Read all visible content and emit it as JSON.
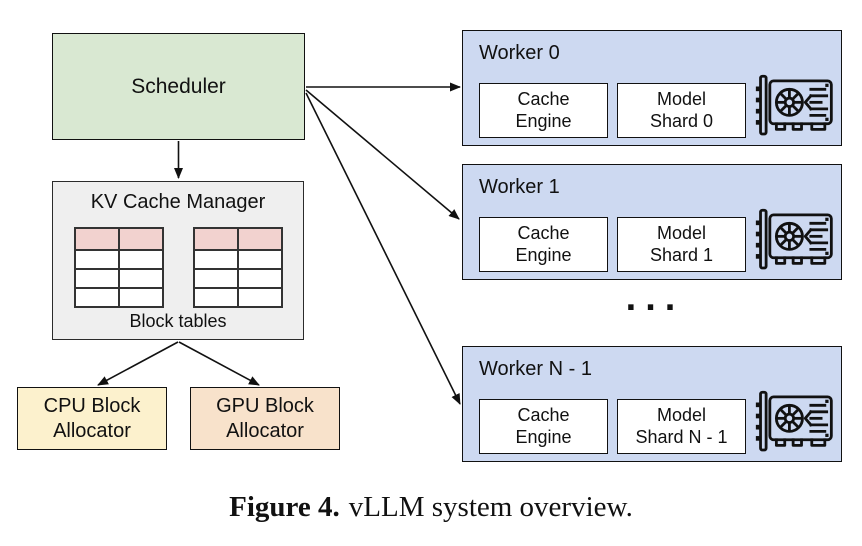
{
  "colors": {
    "scheduler_bg": "#d9e8d2",
    "kv_manager_bg": "#efefef",
    "table_header_bg": "#f2d2cf",
    "table_cell_bg": "#ffffff",
    "cpu_allocator_bg": "#fcf1cd",
    "gpu_allocator_bg": "#f8e2cb",
    "worker_bg": "#cdd9f1",
    "line": "#111111"
  },
  "diagram": {
    "scheduler": {
      "label": "Scheduler"
    },
    "kv_cache_manager": {
      "title": "KV Cache Manager",
      "caption": "Block tables",
      "tables": {
        "count": 2,
        "columns": 2,
        "rows": 4,
        "header_row_highlighted": true
      }
    },
    "cpu_allocator": {
      "label": "CPU Block\nAllocator"
    },
    "gpu_allocator": {
      "label": "GPU Block\nAllocator"
    },
    "workers": [
      {
        "title": "Worker 0",
        "cache_engine": "Cache\nEngine",
        "model_shard": "Model\nShard 0"
      },
      {
        "title": "Worker 1",
        "cache_engine": "Cache\nEngine",
        "model_shard": "Model\nShard 1"
      },
      {
        "title": "Worker N - 1",
        "cache_engine": "Cache\nEngine",
        "model_shard": "Model\nShard N - 1"
      }
    ],
    "ellipsis": "..."
  },
  "caption": {
    "label": "Figure 4.",
    "text": "vLLM system overview."
  }
}
